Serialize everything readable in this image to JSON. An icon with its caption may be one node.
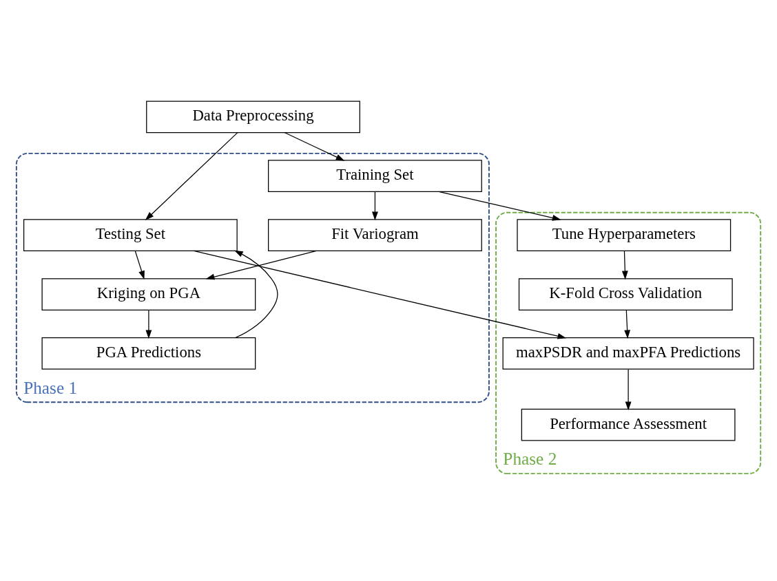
{
  "diagram": {
    "nodes": [
      {
        "text": [
          "Data Preprocessing"
        ]
      },
      {
        "text": [
          "Phase 1"
        ]
      },
      {
        "text": [
          "Training Set"
        ],
        "in": 1
      },
      {
        "text": [
          "Testing Set"
        ],
        "in": 1
      },
      {
        "text": [
          "Fit Variogram"
        ],
        "in": 1
      },
      {
        "text": [
          "Kriging on PGA"
        ],
        "in": 1
      },
      {
        "text": [
          "PGA Predictions"
        ],
        "in": 1
      },
      {
        "text": [
          "Phase 2"
        ]
      },
      {
        "text": [
          "Tune Hyperparameters"
        ],
        "in": 7
      },
      {
        "text": [
          "maxPSDR and maxPFA Predictions"
        ],
        "in": 7
      },
      {
        "text": [
          "K-Fold Cross Validation"
        ],
        "in": 7
      },
      {
        "text": [
          "Performance Assessment"
        ],
        "in": 7
      }
    ],
    "edges": [
      {
        "from": 0,
        "to": 2,
        "arrow": "to"
      },
      {
        "from": 0,
        "to": 3,
        "arrow": "to"
      },
      {
        "from": 2,
        "to": 4,
        "arrow": "to"
      },
      {
        "from": 2,
        "to": 8,
        "arrow": "to"
      },
      {
        "from": 3,
        "to": 5,
        "arrow": "to"
      },
      {
        "from": 6,
        "to": 3,
        "arrow": "to"
      },
      {
        "from": 3,
        "to": 9,
        "arrow": "to"
      },
      {
        "from": 4,
        "to": 5,
        "arrow": "to"
      },
      {
        "from": 5,
        "to": 6,
        "arrow": "to"
      },
      {
        "from": 8,
        "to": 10,
        "arrow": "to"
      },
      {
        "from": 10,
        "to": 9,
        "arrow": "to"
      },
      {
        "from": 9,
        "to": 11,
        "arrow": "to"
      }
    ]
  }
}
